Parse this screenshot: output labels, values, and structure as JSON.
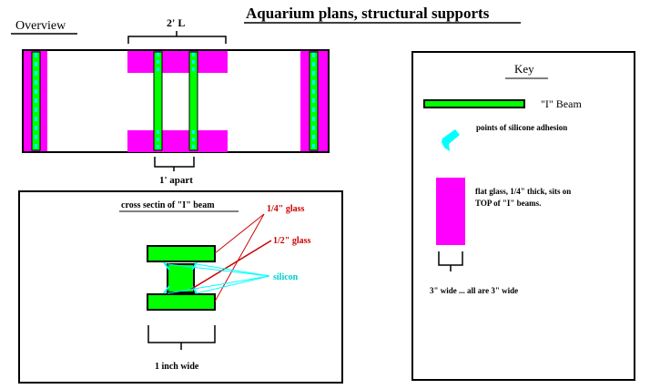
{
  "title": "Aquarium plans, structural supports",
  "overview": {
    "label": "Overview",
    "length_label": "2' L",
    "apart_label": "1' apart"
  },
  "cross_section": {
    "title": "cross sectin of \"I\" beam",
    "quarter_glass": "1/4\" glass",
    "half_glass": "1/2\" glass",
    "silicon": "silicon",
    "width_label": "1 inch wide"
  },
  "key": {
    "title": "Key",
    "i_beam": "\"I\" Beam",
    "silicone_points": "points of silicone adhesion",
    "flat_glass_1": "flat glass, 1/4\" thick, sits on",
    "flat_glass_2": "TOP of \"I\" beams.",
    "width_note": "3\" wide ... all are 3\" wide"
  },
  "colors": {
    "beam": "#00ff00",
    "glass": "#ff00ff",
    "silicone": "#00ffff",
    "annotation_red": "#cc0000",
    "outline": "#000000"
  }
}
